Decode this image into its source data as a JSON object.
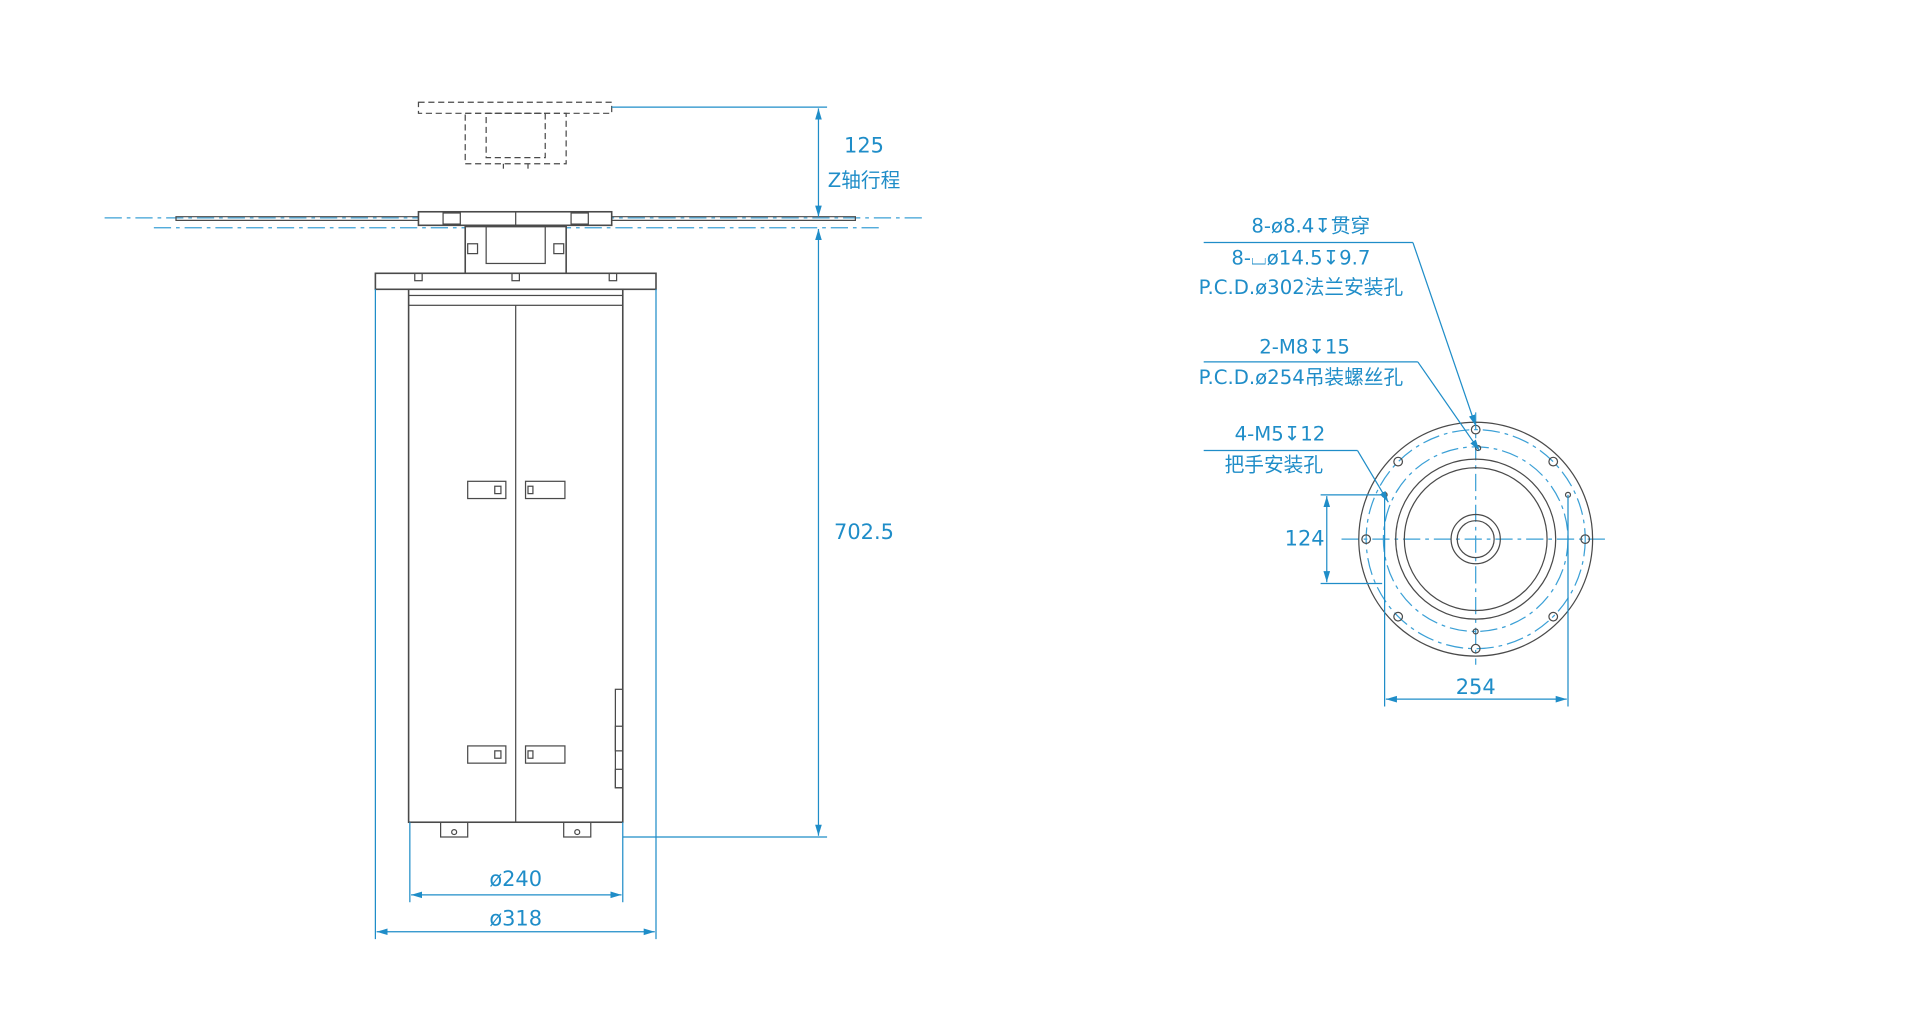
{
  "colors": {
    "dimension": "#1f8dc8",
    "outline": "#4a4a4a"
  },
  "elevation": {
    "z_travel_value": "125",
    "z_travel_label": "Z轴行程",
    "height": "702.5",
    "inner_diameter": "ø240",
    "outer_diameter": "ø318"
  },
  "plan": {
    "flange_holes": {
      "line1": "8-ø8.4↧贯穿",
      "line2": "8-⌴ø14.5↧9.7",
      "line3": "P.C.D.ø302法兰安装孔"
    },
    "lifting_holes": {
      "line1": "2-M8↧15",
      "line2": "P.C.D.ø254吊装螺丝孔"
    },
    "handle_holes": {
      "line1": "4-M5↧12",
      "line2": "把手安装孔"
    },
    "dim_124": "124",
    "dim_254": "254"
  }
}
